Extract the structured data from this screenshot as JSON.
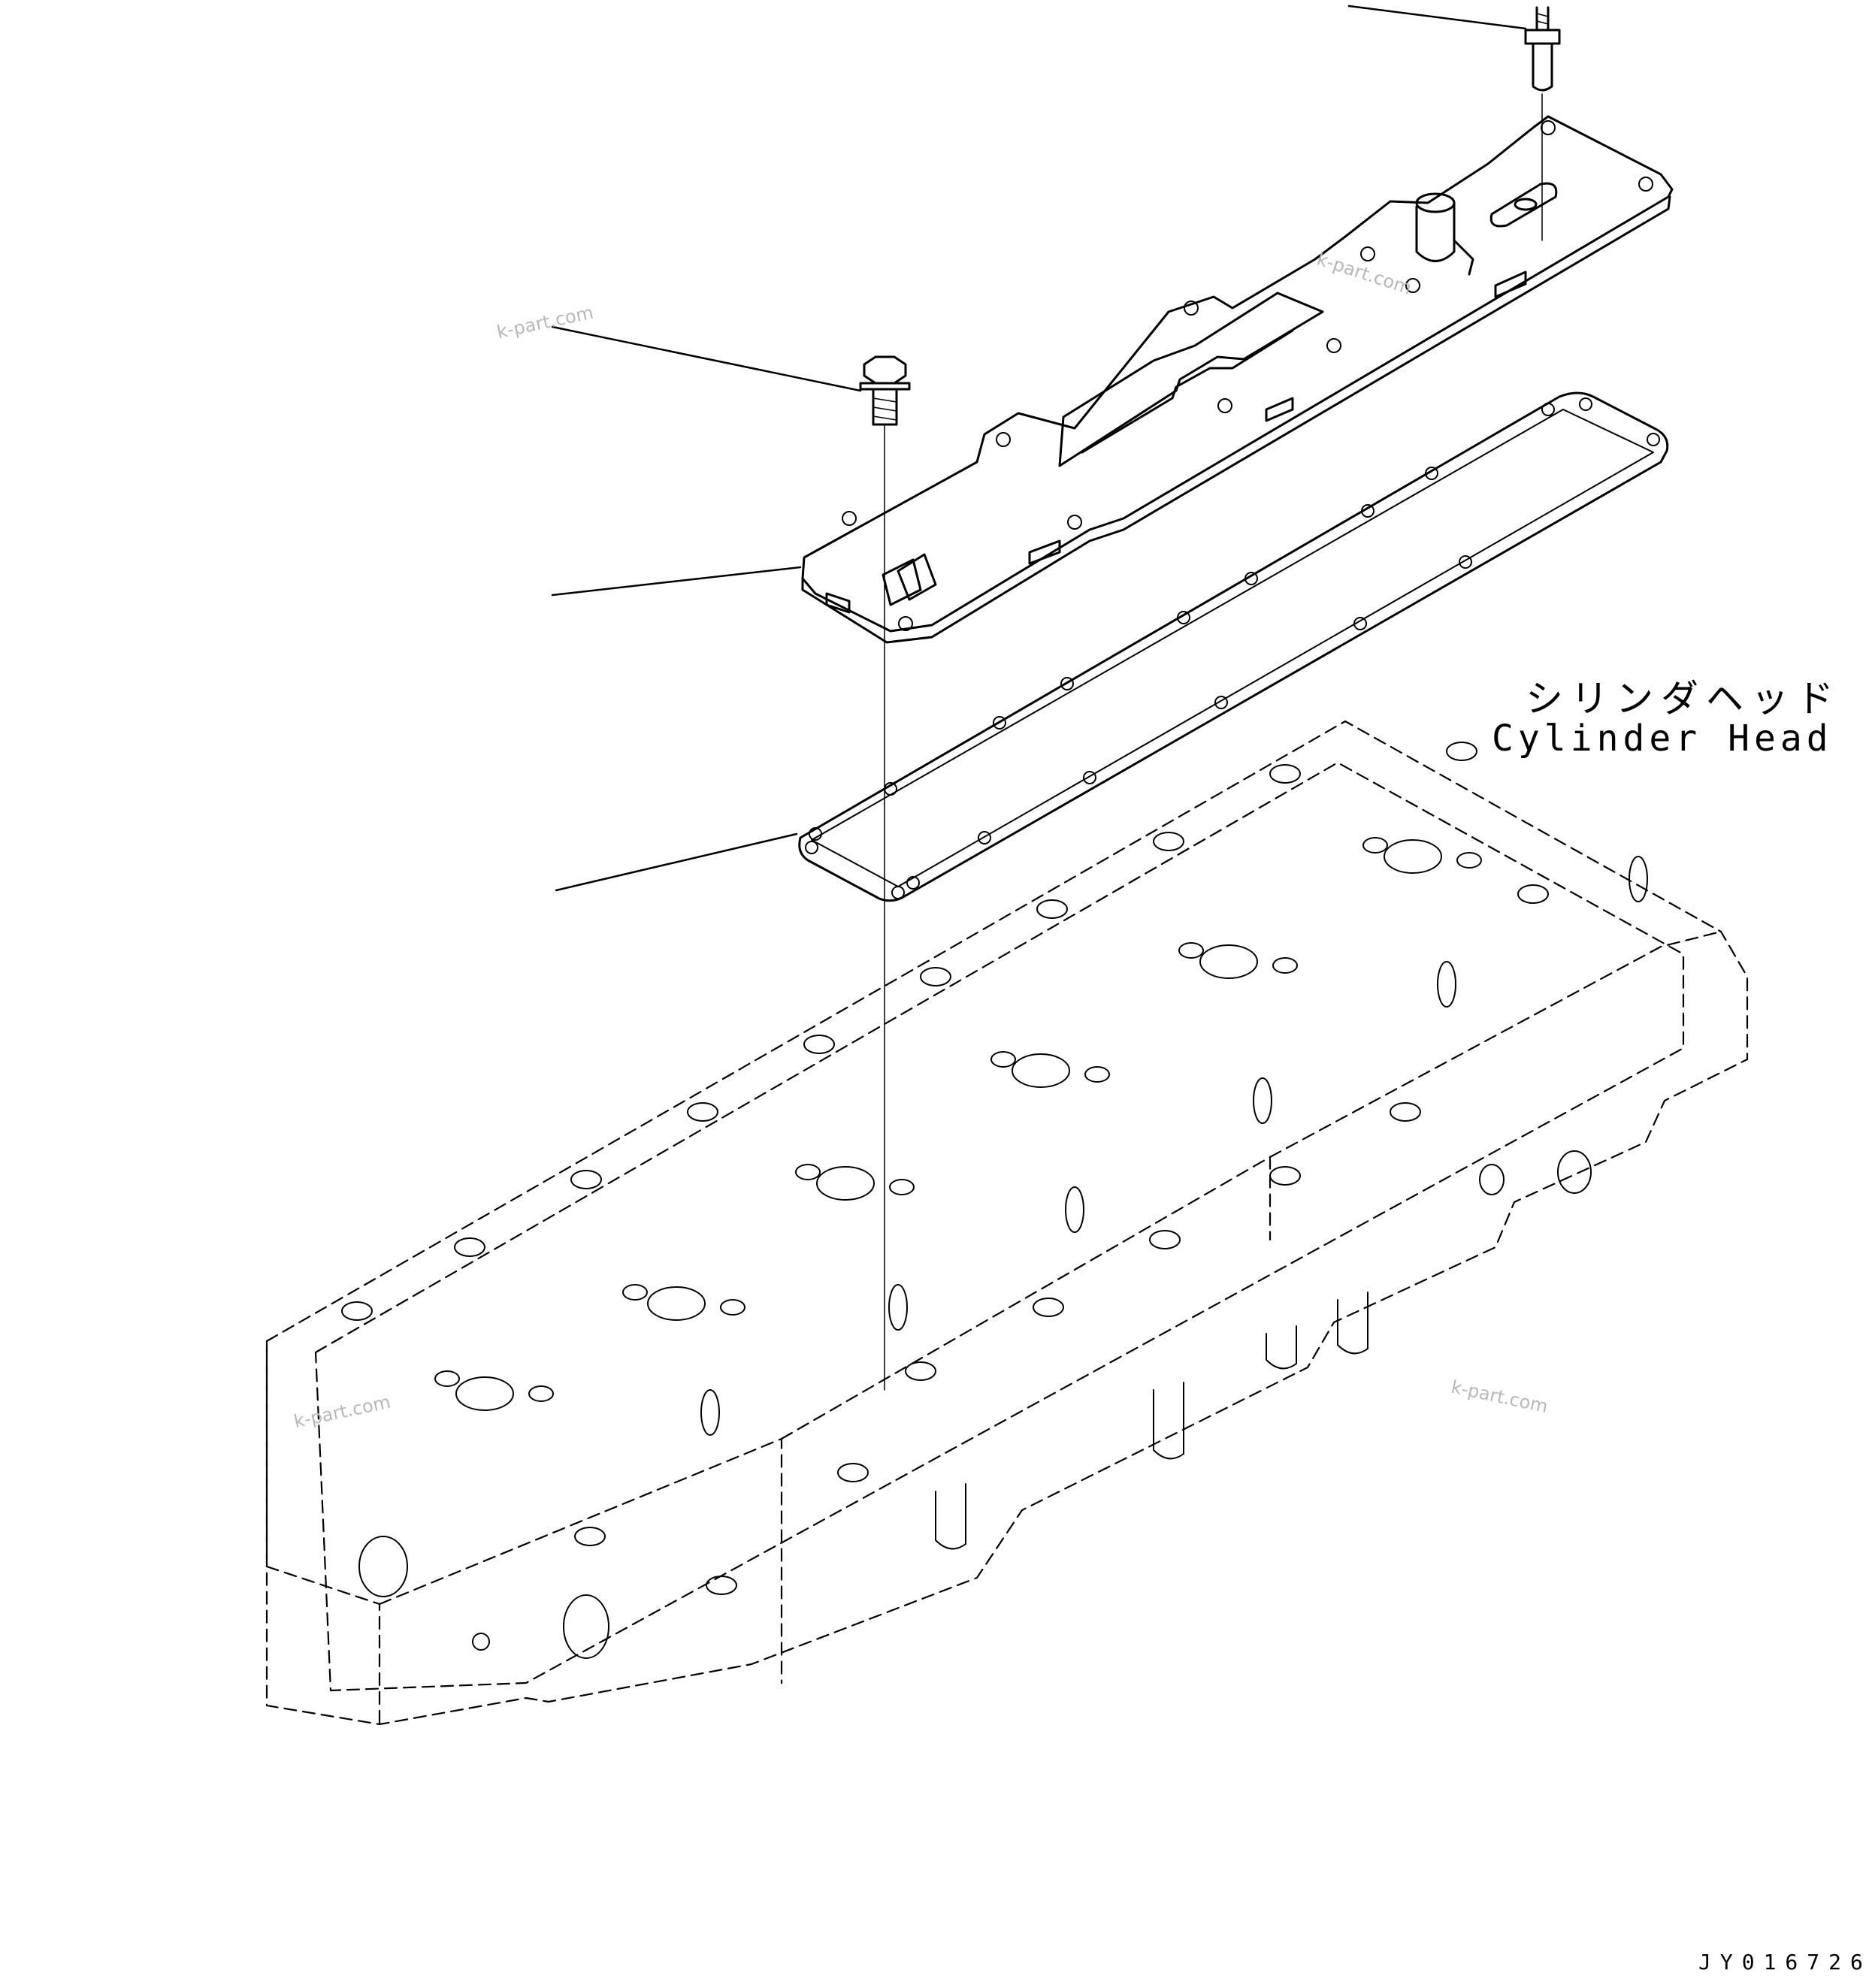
{
  "label": {
    "jp": "シリンダヘッド",
    "en": "Cylinder Head"
  },
  "drawing_number": "JY016726",
  "watermarks": [
    "k-part.com",
    "k-part.com",
    "k-part.com",
    "k-part.com"
  ],
  "colors": {
    "line": "#000000",
    "background": "#ffffff",
    "watermark": "#b8b8b8"
  }
}
